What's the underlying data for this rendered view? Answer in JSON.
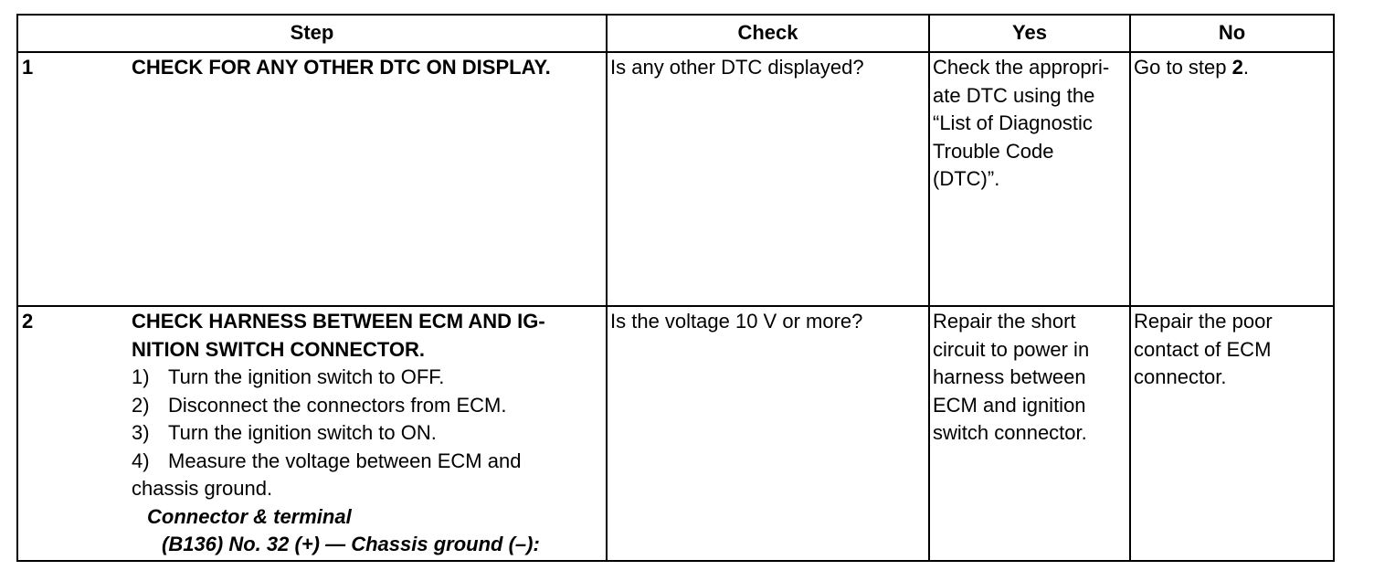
{
  "headers": {
    "step": "Step",
    "check": "Check",
    "yes": "Yes",
    "no": "No"
  },
  "rows": [
    {
      "number": "1",
      "title": "CHECK FOR ANY OTHER DTC ON DISPLAY.",
      "check": "Is any other DTC displayed?",
      "yes_lines": [
        "Check the appropri-",
        "ate DTC using the",
        "“List of Diagnostic",
        "Trouble Code",
        "(DTC)”."
      ],
      "no_prefix": "Go to step ",
      "no_step": "2",
      "no_suffix": "."
    },
    {
      "number": "2",
      "title_lines": [
        "CHECK HARNESS BETWEEN ECM AND IG-",
        "NITION SWITCH CONNECTOR."
      ],
      "substeps": [
        {
          "n": "1)",
          "text": "Turn the ignition switch to OFF."
        },
        {
          "n": "2)",
          "text": "Disconnect the connectors from ECM."
        },
        {
          "n": "3)",
          "text": "Turn the ignition switch to ON."
        },
        {
          "n": "4)",
          "text": "Measure the voltage between ECM and"
        }
      ],
      "continuation": "chassis ground.",
      "note_label": "Connector & terminal",
      "note_value": "(B136) No. 32 (+) — Chassis ground (–):",
      "check": "Is the voltage 10 V or more?",
      "yes_lines": [
        "Repair the short",
        "circuit to power in",
        "harness between",
        "ECM and ignition",
        "switch connector."
      ],
      "no_lines": [
        "Repair the poor",
        "contact of ECM",
        "connector."
      ]
    }
  ]
}
